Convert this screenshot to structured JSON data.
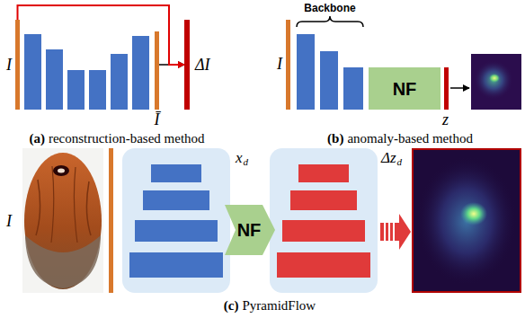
{
  "diagram": {
    "nodes": [
      {
        "text": [
          "I"
        ]
      },
      {
        "text": [
          "Ī"
        ]
      },
      {
        "text": [
          "ΔI"
        ]
      },
      {
        "text": [
          "NF"
        ]
      },
      {
        "text": [
          "NF"
        ]
      }
    ],
    "edges": [
      {
        "from": 0,
        "to": 2,
        "arrow": "to"
      },
      {
        "from": 1,
        "to": 2,
        "arrow": "to"
      }
    ],
    "labels": [
      "(a)",
      "reconstruction-based method",
      "Backbone",
      "I",
      "z",
      "(b)",
      "anomaly-based method",
      "I",
      "x",
      "d",
      "Δz",
      "d",
      "(c)",
      "PyramidFlow"
    ]
  }
}
